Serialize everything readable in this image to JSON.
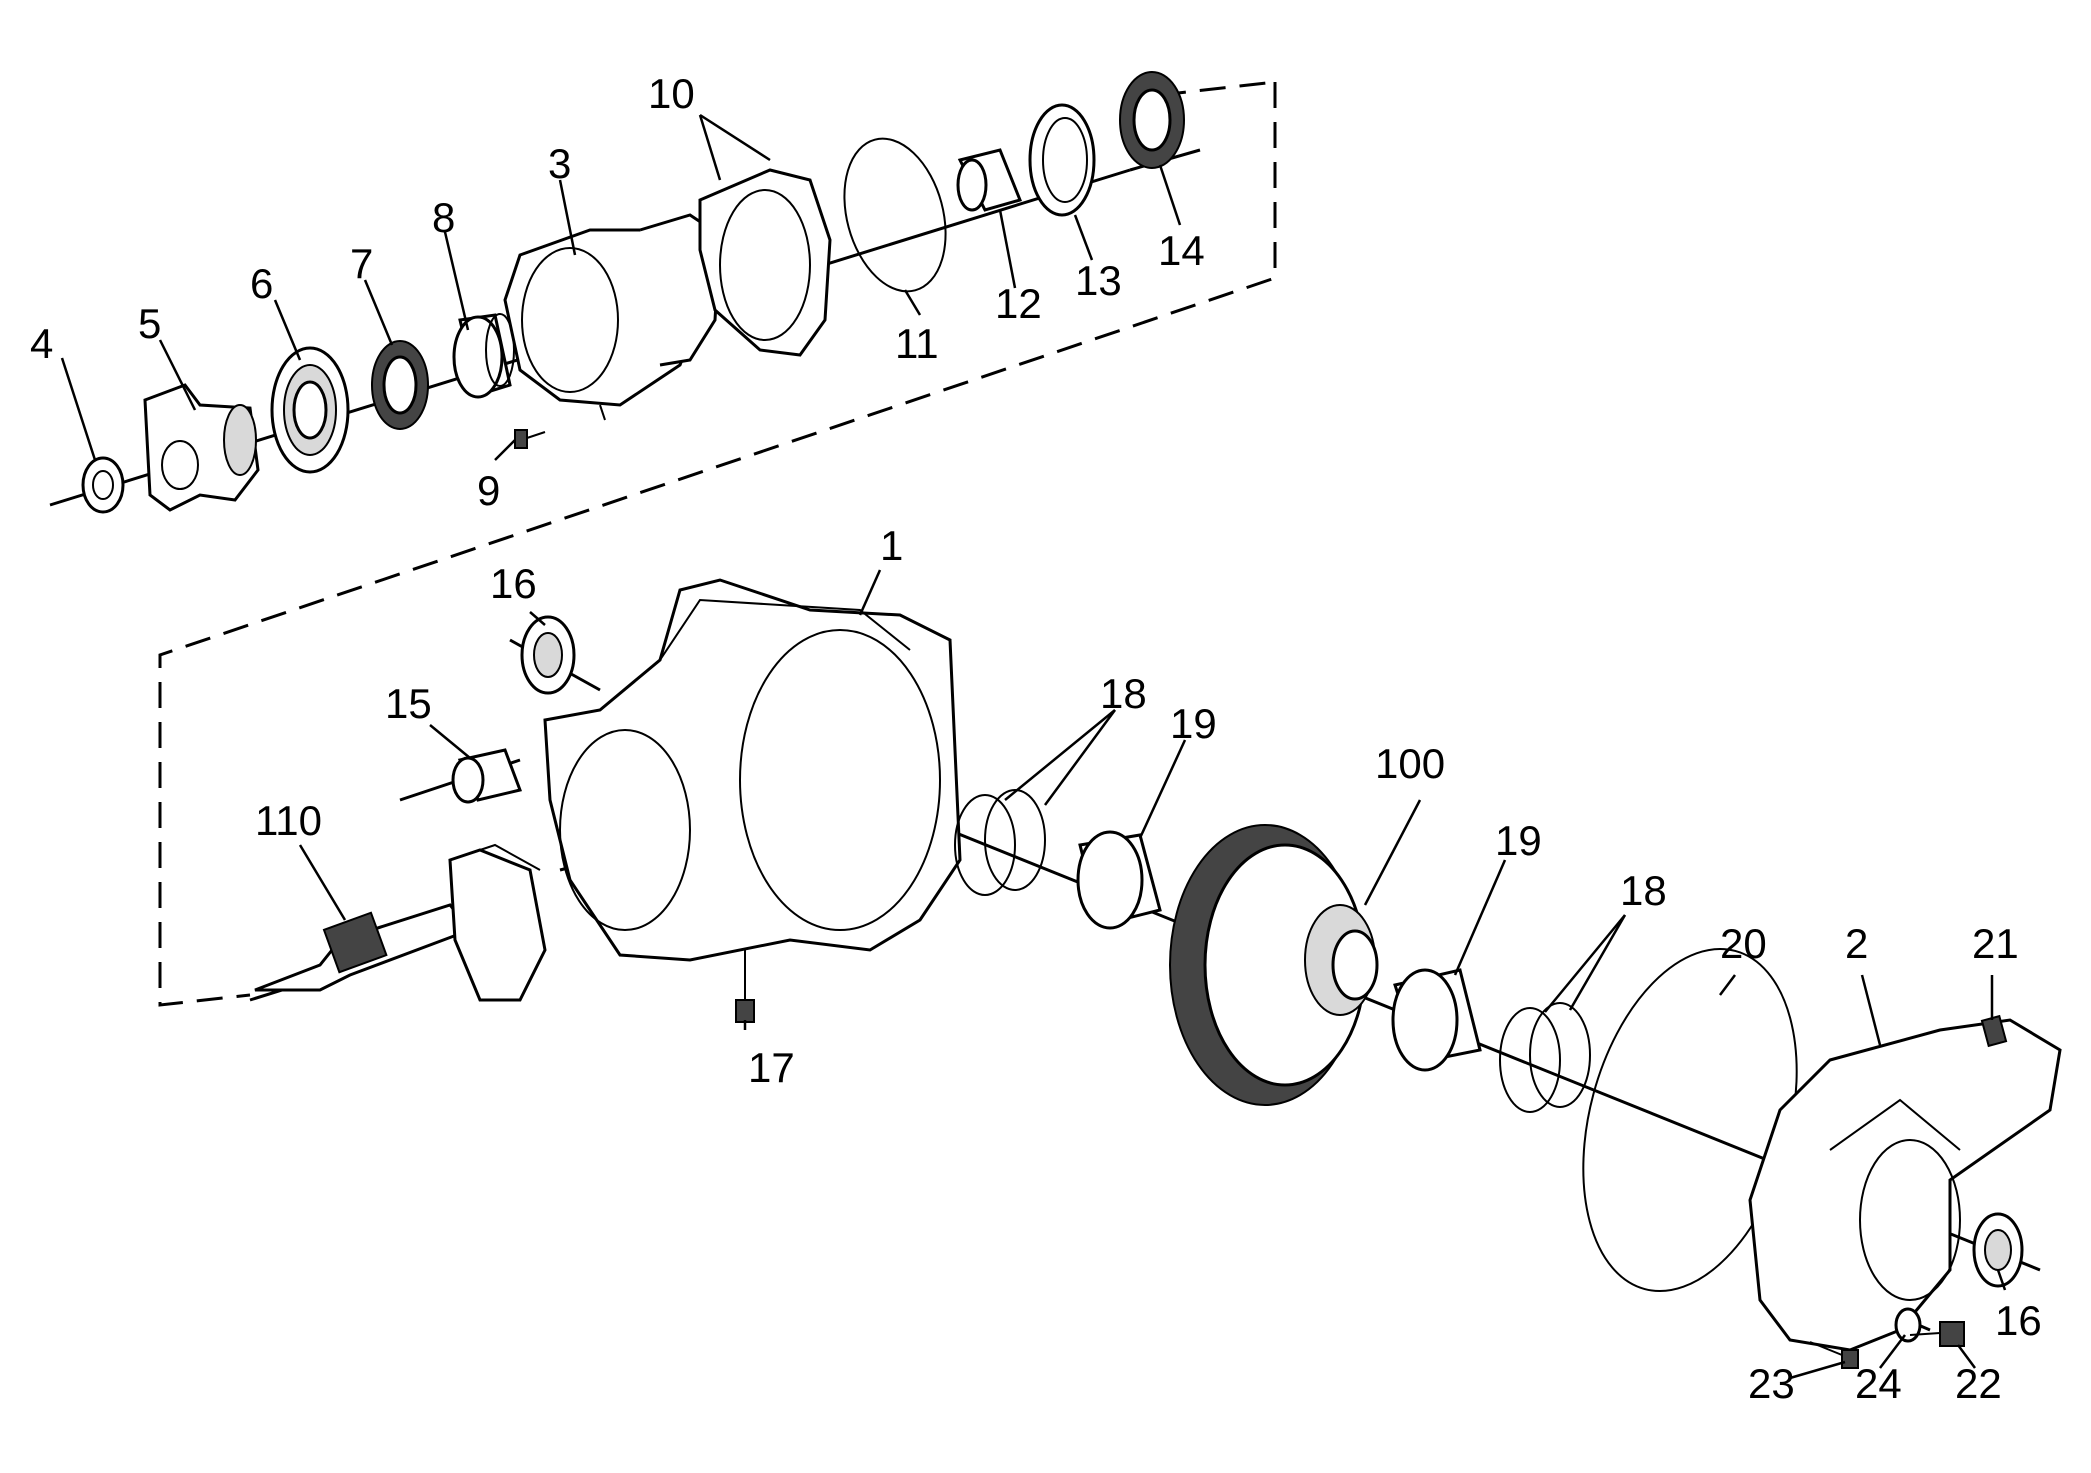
{
  "diagram": {
    "callouts": [
      {
        "id": "c-1",
        "text": "1"
      },
      {
        "id": "c-2",
        "text": "2"
      },
      {
        "id": "c-3",
        "text": "3"
      },
      {
        "id": "c-4",
        "text": "4"
      },
      {
        "id": "c-5",
        "text": "5"
      },
      {
        "id": "c-6",
        "text": "6"
      },
      {
        "id": "c-7",
        "text": "7"
      },
      {
        "id": "c-8",
        "text": "8"
      },
      {
        "id": "c-9",
        "text": "9"
      },
      {
        "id": "c-10",
        "text": "10"
      },
      {
        "id": "c-11",
        "text": "11"
      },
      {
        "id": "c-12",
        "text": "12"
      },
      {
        "id": "c-13",
        "text": "13"
      },
      {
        "id": "c-14",
        "text": "14"
      },
      {
        "id": "c-15",
        "text": "15"
      },
      {
        "id": "c-16a",
        "text": "16"
      },
      {
        "id": "c-16b",
        "text": "16"
      },
      {
        "id": "c-17",
        "text": "17"
      },
      {
        "id": "c-18a",
        "text": "18"
      },
      {
        "id": "c-18b",
        "text": "18"
      },
      {
        "id": "c-19a",
        "text": "19"
      },
      {
        "id": "c-19b",
        "text": "19"
      },
      {
        "id": "c-20",
        "text": "20"
      },
      {
        "id": "c-21",
        "text": "21"
      },
      {
        "id": "c-22",
        "text": "22"
      },
      {
        "id": "c-23",
        "text": "23"
      },
      {
        "id": "c-24",
        "text": "24"
      },
      {
        "id": "c-100",
        "text": "100"
      },
      {
        "id": "c-110",
        "text": "110"
      }
    ]
  }
}
